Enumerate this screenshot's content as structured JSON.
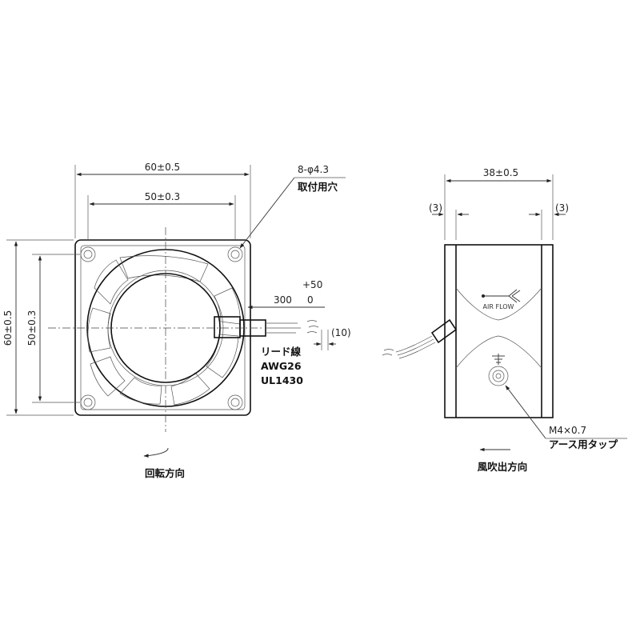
{
  "front_view": {
    "dim_overall_width": "60±0.5",
    "dim_hole_pitch_width": "50±0.3",
    "dim_overall_height": "60±0.5",
    "dim_hole_pitch_height": "50±0.3",
    "holes_spec": "8-φ4.3",
    "holes_note": "取付用穴",
    "lead_tol_upper": "+50",
    "lead_length": "300",
    "lead_tol_lower": "0",
    "strip_length": "(10)",
    "lead_title": "リード線",
    "lead_gauge": "AWG26",
    "lead_standard": "UL1430",
    "rotation_label": "回転方向"
  },
  "side_view": {
    "dim_depth": "38±0.5",
    "dim_left_flange": "(3)",
    "dim_right_flange": "(3)",
    "airflow_text": "AIR FLOW",
    "tap_spec": "M4×0.7",
    "tap_note": "アース用タップ",
    "airflow_direction_label": "風吹出方向"
  }
}
